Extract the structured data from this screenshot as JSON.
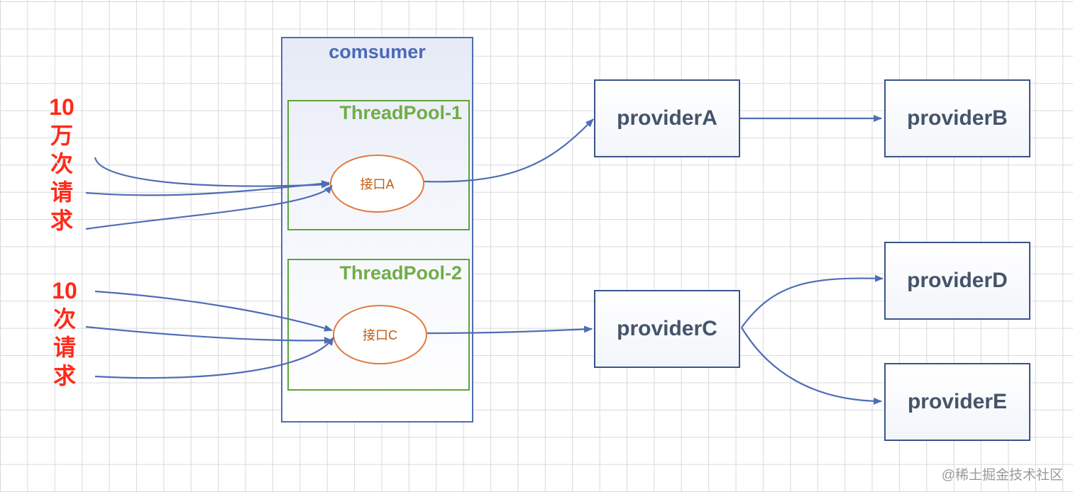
{
  "consumer": {
    "title": "comsumer"
  },
  "pools": [
    {
      "title": "ThreadPool-1",
      "interface": "接口A"
    },
    {
      "title": "ThreadPool-2",
      "interface": "接口C"
    }
  ],
  "requests": [
    {
      "lines": [
        "10",
        "万",
        "次",
        "请",
        "求"
      ]
    },
    {
      "lines": [
        "10",
        "次",
        "请",
        "求"
      ]
    }
  ],
  "providers": {
    "a": "providerA",
    "b": "providerB",
    "c": "providerC",
    "d": "providerD",
    "e": "providerE"
  },
  "watermark": "@稀土掘金技术社区",
  "colors": {
    "arrow": "#4f6db5",
    "request_text": "#ff2a1a",
    "pool_border": "#5ea33a",
    "interface_border": "#e07a3e"
  }
}
